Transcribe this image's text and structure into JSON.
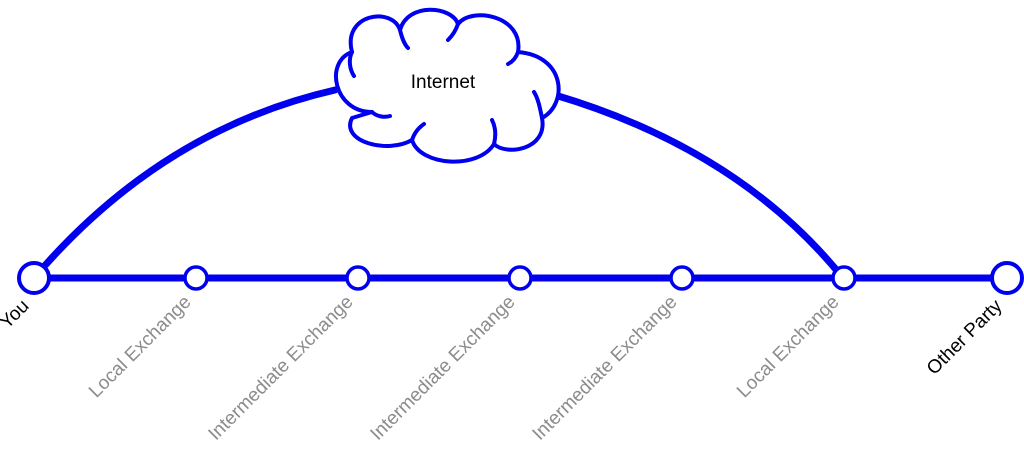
{
  "diagram": {
    "cloud_label": "Internet",
    "nodes": [
      {
        "label": "You",
        "kind": "endpoint"
      },
      {
        "label": "Local Exchange",
        "kind": "exchange"
      },
      {
        "label": "Intermediate Exchange",
        "kind": "exchange"
      },
      {
        "label": "Intermediate Exchange",
        "kind": "exchange"
      },
      {
        "label": "Intermediate Exchange",
        "kind": "exchange"
      },
      {
        "label": "Local Exchange",
        "kind": "exchange"
      },
      {
        "label": "Other Party",
        "kind": "endpoint"
      }
    ],
    "colors": {
      "line": "#0000ee",
      "endpoint_text": "#000000",
      "exchange_text": "#8c8c8c",
      "background": "#ffffff"
    }
  }
}
